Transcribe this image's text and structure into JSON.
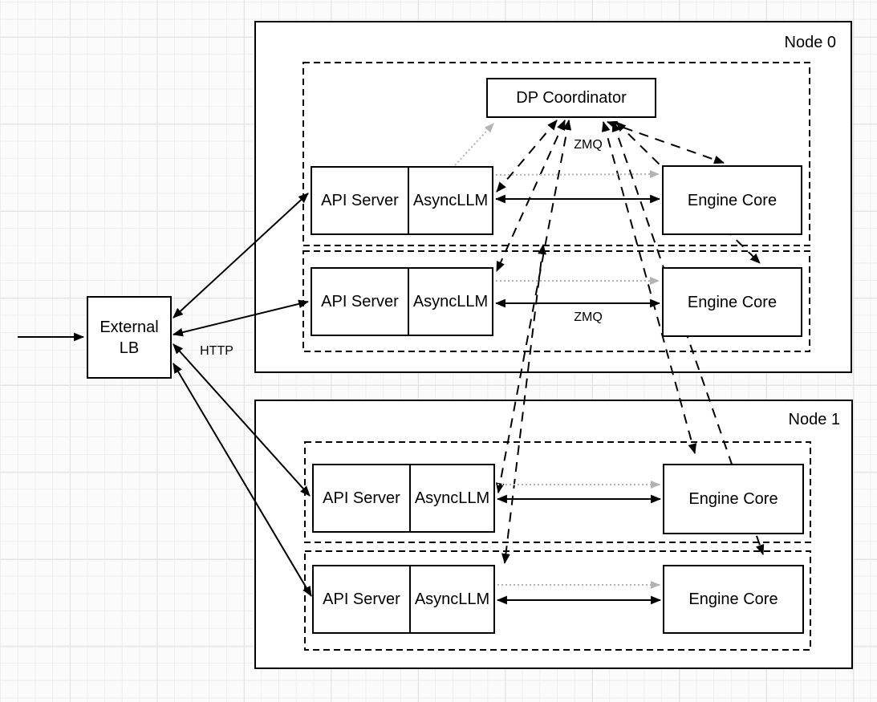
{
  "nodes": {
    "node0": {
      "label": "Node 0"
    },
    "node1": {
      "label": "Node 1"
    }
  },
  "boxes": {
    "external_lb": {
      "line1": "External",
      "line2": "LB"
    },
    "dp_coordinator": {
      "label": "DP Coordinator"
    },
    "api_server": {
      "label": "API Server"
    },
    "async_llm": {
      "label": "AsyncLLM"
    },
    "engine_core": {
      "label": "Engine Core"
    }
  },
  "edge_labels": {
    "http": "HTTP",
    "zmq_coordinator": "ZMQ",
    "zmq_engine": "ZMQ"
  },
  "colors": {
    "stroke": "#000000",
    "dotted_gray": "#b3b3b3",
    "box_fill": "#ffffff",
    "background": "#fbfbfb",
    "grid_minor": "#eeeeee",
    "grid_major": "#e3e3e3"
  }
}
